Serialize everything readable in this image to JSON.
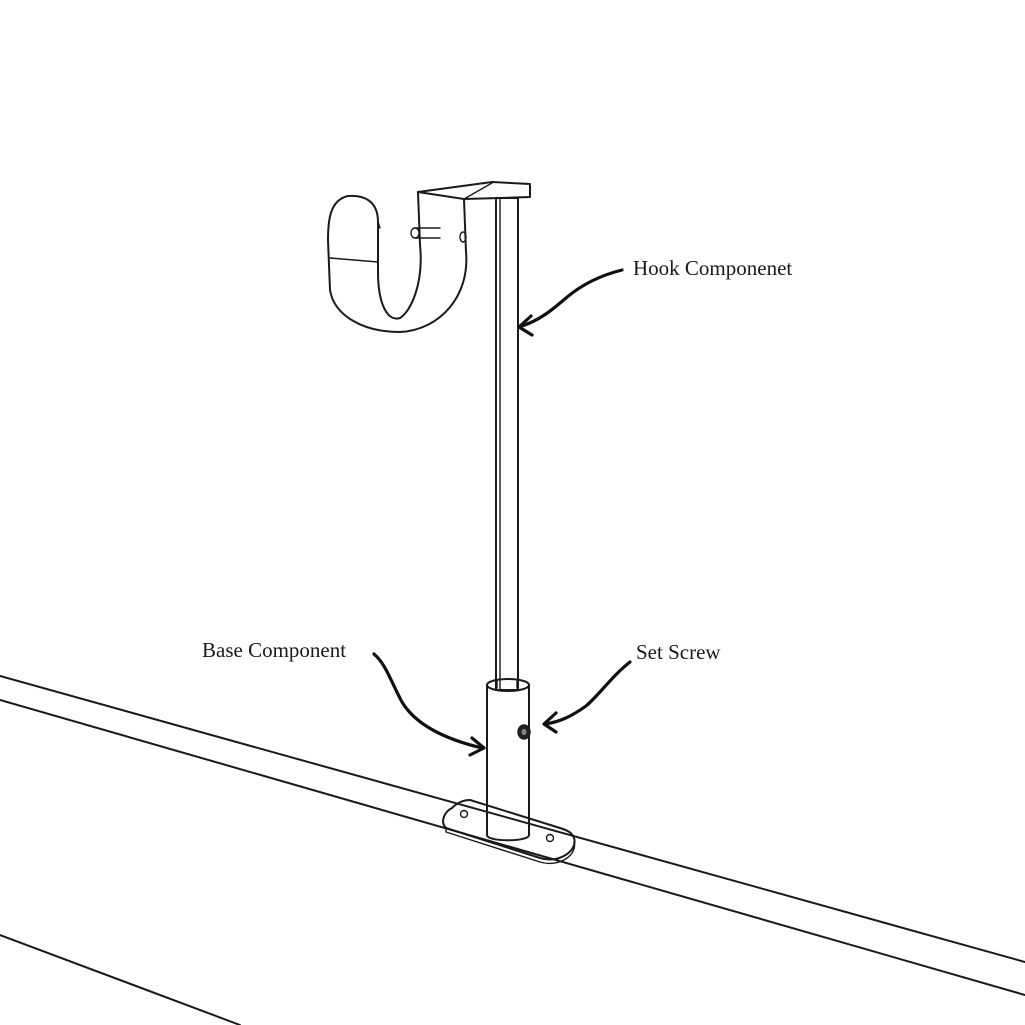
{
  "labels": {
    "hook": "Hook Componenet",
    "base": "Base Component",
    "set_screw": "Set Screw"
  },
  "colors": {
    "ink": "#1a1a1a",
    "background": "#ffffff"
  }
}
